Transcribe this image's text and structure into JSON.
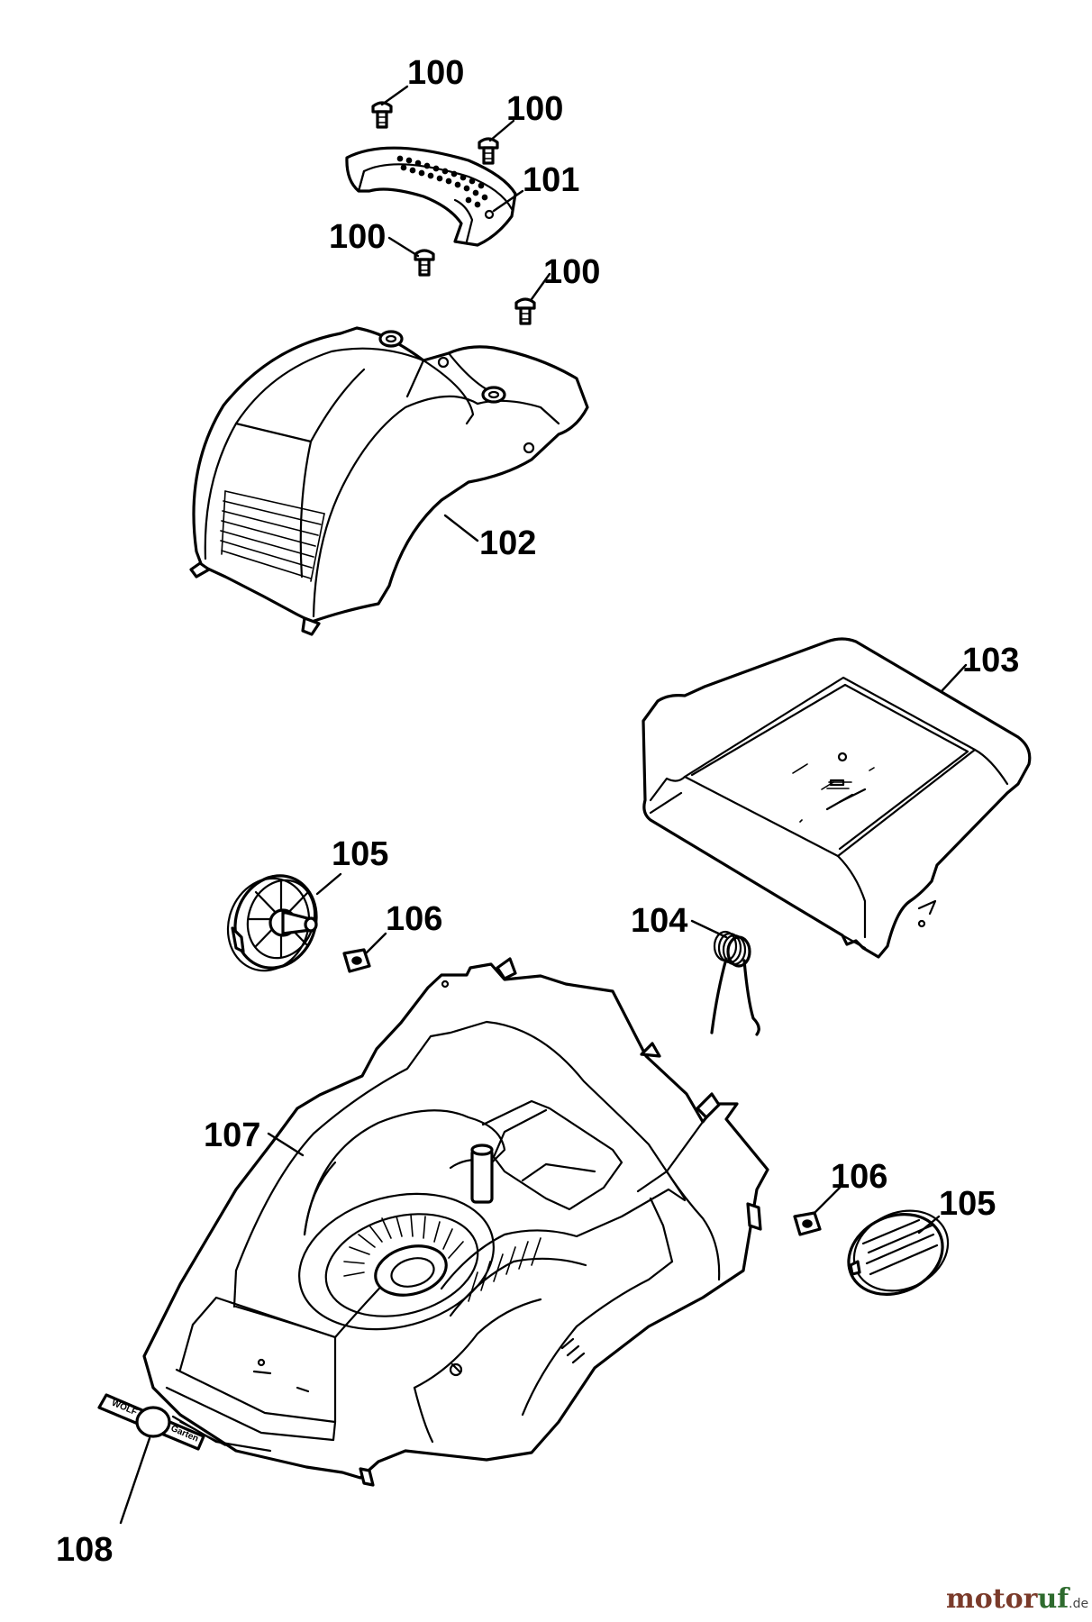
{
  "callouts": {
    "screw_1": "100",
    "screw_2": "100",
    "screw_3": "100",
    "screw_4": "100",
    "handle_cover": "101",
    "motor_hood": "102",
    "flap": "103",
    "torsion_spring": "104",
    "wheel_cap_left": "105",
    "nut_left": "106",
    "housing": "107",
    "emblem": "108",
    "nut_right": "106",
    "wheel_cap_right": "105"
  },
  "emblem_text": {
    "brand": "WOLF",
    "sub": "Garten"
  },
  "watermark": {
    "part1": "motor",
    "part2": "uf",
    "suffix": ".de"
  },
  "colors": {
    "line": "#000000",
    "background": "#ffffff",
    "watermark_brown": "#7a3a2a",
    "watermark_green": "#2e6b2e"
  }
}
